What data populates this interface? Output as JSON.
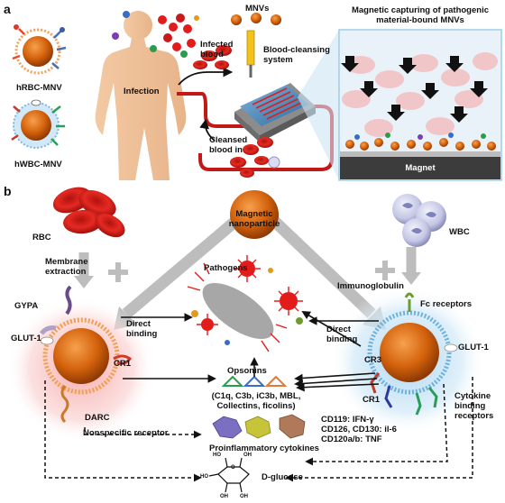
{
  "panel_a": {
    "letter": "a",
    "hrbc_label": "hRBC-MNV",
    "hwbc_label": "hWBC-MNV",
    "infection_label": "Infection",
    "mnvs_label": "MNVs",
    "infected_blood_label": "Infected\nblood",
    "system_label": "Blood-cleansing\nsystem",
    "cleansed_blood_label": "Cleansed\nblood in",
    "capture_title": "Magnetic capturing of pathogenic\nmaterial-bound MNVs",
    "magnet_label": "Magnet"
  },
  "panel_b": {
    "letter": "b",
    "rbc_label": "RBC",
    "wbc_label": "WBC",
    "nanoparticle_label": "Magnetic\nnanoparticle",
    "membrane_label": "Membrane\nextraction",
    "pathogens_label": "Pathogens",
    "immunoglobulin_label": "Immunoglobulin",
    "fc_label": "Fc receptors",
    "gypa_label": "GYPA",
    "glut1_left_label": "GLUT-1",
    "glut1_right_label": "GLUT-1",
    "direct_left_label": "Direct\nbinding",
    "direct_right_label": "Direct\nbinding",
    "cr1_left_label": "CR1",
    "cr1_right_label": "CR1",
    "cr3_label": "CR3",
    "opsonins_label": "Opsonins",
    "opsonin_list": "(C1q, C3b, iC3b, MBL,\nCollectins, ficolins)",
    "darc_label": "DARC",
    "nonspecific_label": "Nonspecific receptor",
    "cytokine_receptors_label": "Cytokine\nbinding\nreceptors",
    "cd_list": "CD119: IFN-γ\nCD126, CD130: il-6\nCD120a/b: TNF",
    "proinflammatory_label": "Proinflammatory cytokines",
    "glucose_label": "D-glucose",
    "glucose_atoms": [
      "HO",
      "O",
      "OH",
      "HO",
      "OH",
      "OH"
    ]
  },
  "colors": {
    "core": "#d4620c",
    "rbc": "#d8201a",
    "rbc_glow": "#f8b8b8",
    "wbc_glow": "#bcdff3",
    "wbc_cell": "#8f93c2",
    "pathogen": "#e21b1b",
    "bacterium": "#a7a7a7",
    "chip": "#3d7fb4",
    "tube": "#c21818",
    "panel_bg": "#d6e9f6",
    "magnet": "#3c3c3c"
  }
}
